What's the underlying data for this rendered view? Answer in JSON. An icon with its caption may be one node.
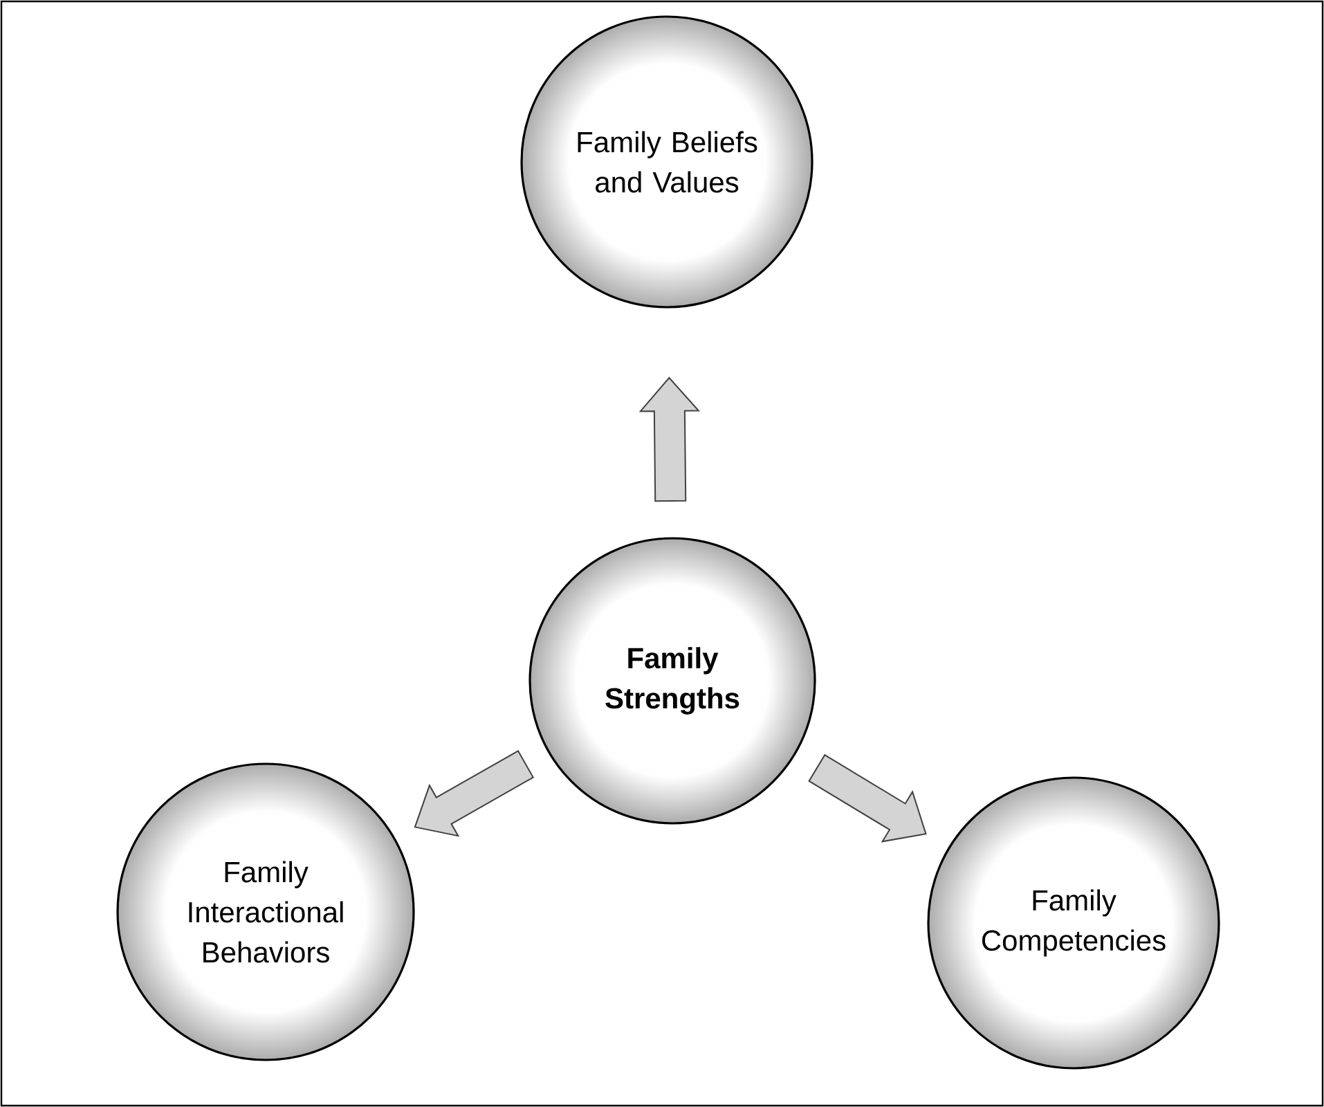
{
  "diagram": {
    "nodes": [
      {
        "text": [
          "Family Beliefs and Values"
        ]
      },
      {
        "text": [
          "Family Strengths"
        ]
      },
      {
        "text": [
          "Family Interactional Behaviors"
        ]
      },
      {
        "text": [
          "Family Competencies"
        ]
      }
    ],
    "edges": [
      {
        "from": 1,
        "to": 0,
        "arrow": "to"
      },
      {
        "from": 1,
        "to": 2,
        "arrow": "to"
      },
      {
        "from": 1,
        "to": 3,
        "arrow": "to"
      }
    ]
  }
}
